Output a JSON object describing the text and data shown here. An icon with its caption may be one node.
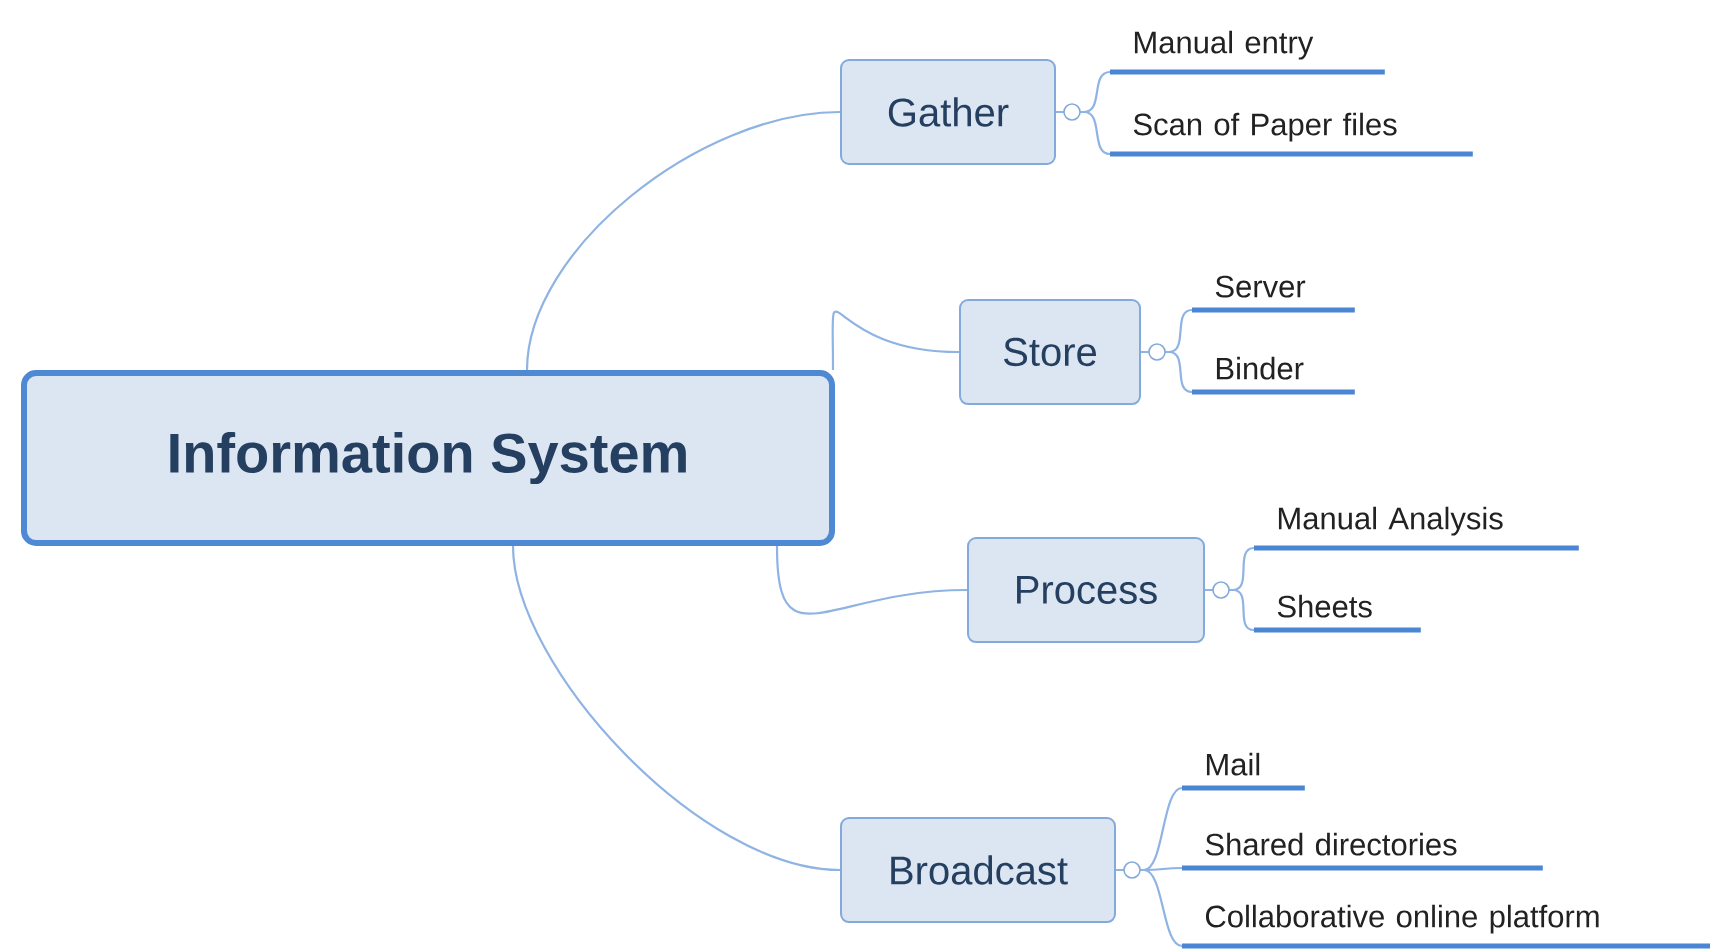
{
  "diagram": {
    "nodes": [
      {
        "text": [
          "Information System"
        ]
      },
      {
        "text": [
          "Gather"
        ]
      },
      {
        "text": [
          "Manual entry"
        ]
      },
      {
        "text": [
          "Scan of Paper files"
        ]
      },
      {
        "text": [
          "Store"
        ]
      },
      {
        "text": [
          "Server"
        ]
      },
      {
        "text": [
          "Binder"
        ]
      },
      {
        "text": [
          "Process"
        ]
      },
      {
        "text": [
          "Manual Analysis"
        ]
      },
      {
        "text": [
          "Sheets"
        ]
      },
      {
        "text": [
          "Broadcast"
        ]
      },
      {
        "text": [
          "Mail"
        ]
      },
      {
        "text": [
          "Shared directories"
        ]
      },
      {
        "text": [
          "Collaborative online platform"
        ]
      }
    ],
    "edges": [
      {
        "from": 0,
        "to": 1,
        "arrow": "none"
      },
      {
        "from": 0,
        "to": 4,
        "arrow": "none"
      },
      {
        "from": 0,
        "to": 7,
        "arrow": "none"
      },
      {
        "from": 0,
        "to": 10,
        "arrow": "none"
      },
      {
        "from": 1,
        "to": 2,
        "arrow": "none"
      },
      {
        "from": 1,
        "to": 3,
        "arrow": "none"
      },
      {
        "from": 4,
        "to": 5,
        "arrow": "none"
      },
      {
        "from": 4,
        "to": 6,
        "arrow": "none"
      },
      {
        "from": 7,
        "to": 8,
        "arrow": "none"
      },
      {
        "from": 7,
        "to": 9,
        "arrow": "none"
      },
      {
        "from": 10,
        "to": 11,
        "arrow": "none"
      },
      {
        "from": 10,
        "to": 12,
        "arrow": "none"
      },
      {
        "from": 10,
        "to": 13,
        "arrow": "none"
      }
    ]
  }
}
